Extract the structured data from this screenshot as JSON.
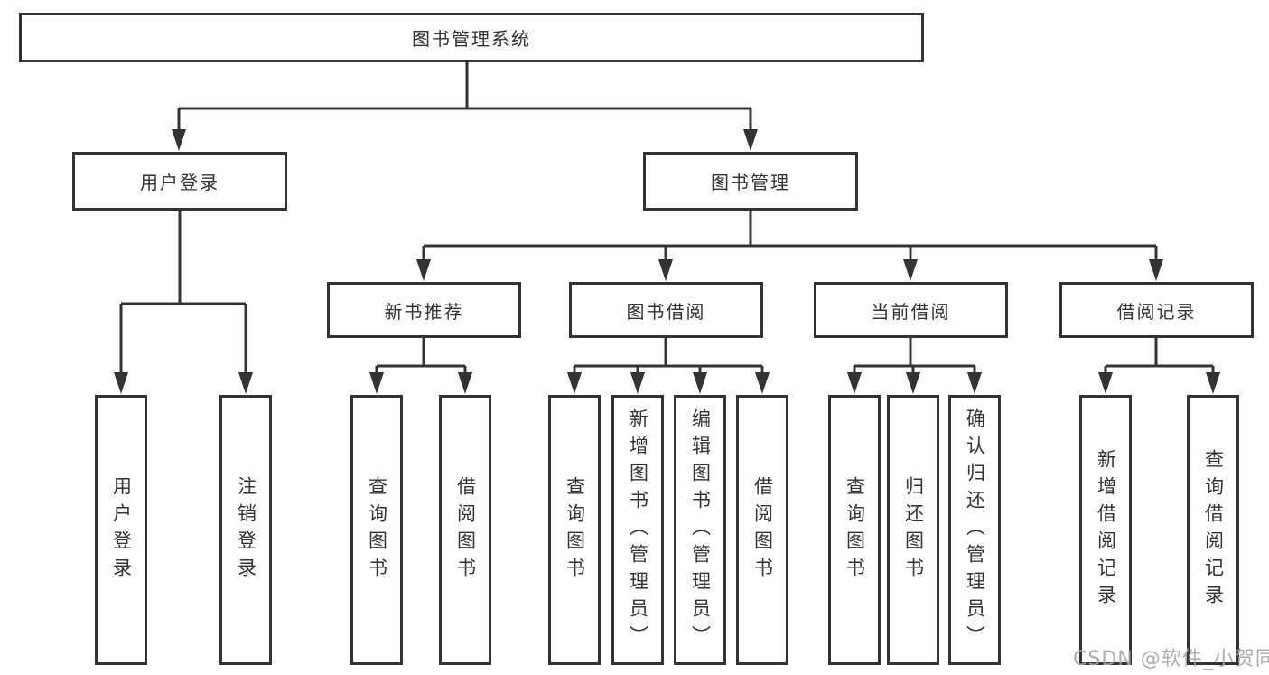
{
  "diagram": {
    "root": {
      "label": "图书管理系统"
    },
    "branches": [
      {
        "label": "用户登录",
        "children": [
          {
            "label": "用户登录"
          },
          {
            "label": "注销登录"
          }
        ]
      },
      {
        "label": "图书管理",
        "sections": [
          {
            "label": "新书推荐",
            "children": [
              {
                "label": "查询图书"
              },
              {
                "label": "借阅图书"
              }
            ]
          },
          {
            "label": "图书借阅",
            "children": [
              {
                "label": "查询图书"
              },
              {
                "label": "新增图书（管理员）"
              },
              {
                "label": "编辑图书（管理员）"
              },
              {
                "label": "借阅图书"
              }
            ]
          },
          {
            "label": "当前借阅",
            "children": [
              {
                "label": "查询图书"
              },
              {
                "label": "归还图书"
              },
              {
                "label": "确认归还（管理员）"
              }
            ]
          },
          {
            "label": "借阅记录",
            "children": [
              {
                "label": "新增借阅记录"
              },
              {
                "label": "查询借阅记录"
              }
            ]
          }
        ]
      }
    ]
  },
  "watermark": {
    "text": "CSDN @软件_小贺同学"
  },
  "colors": {
    "line": "#333333",
    "box_border": "#333333",
    "text": "#333333",
    "background": "#ffffff",
    "watermark": "#a5a5a5"
  }
}
